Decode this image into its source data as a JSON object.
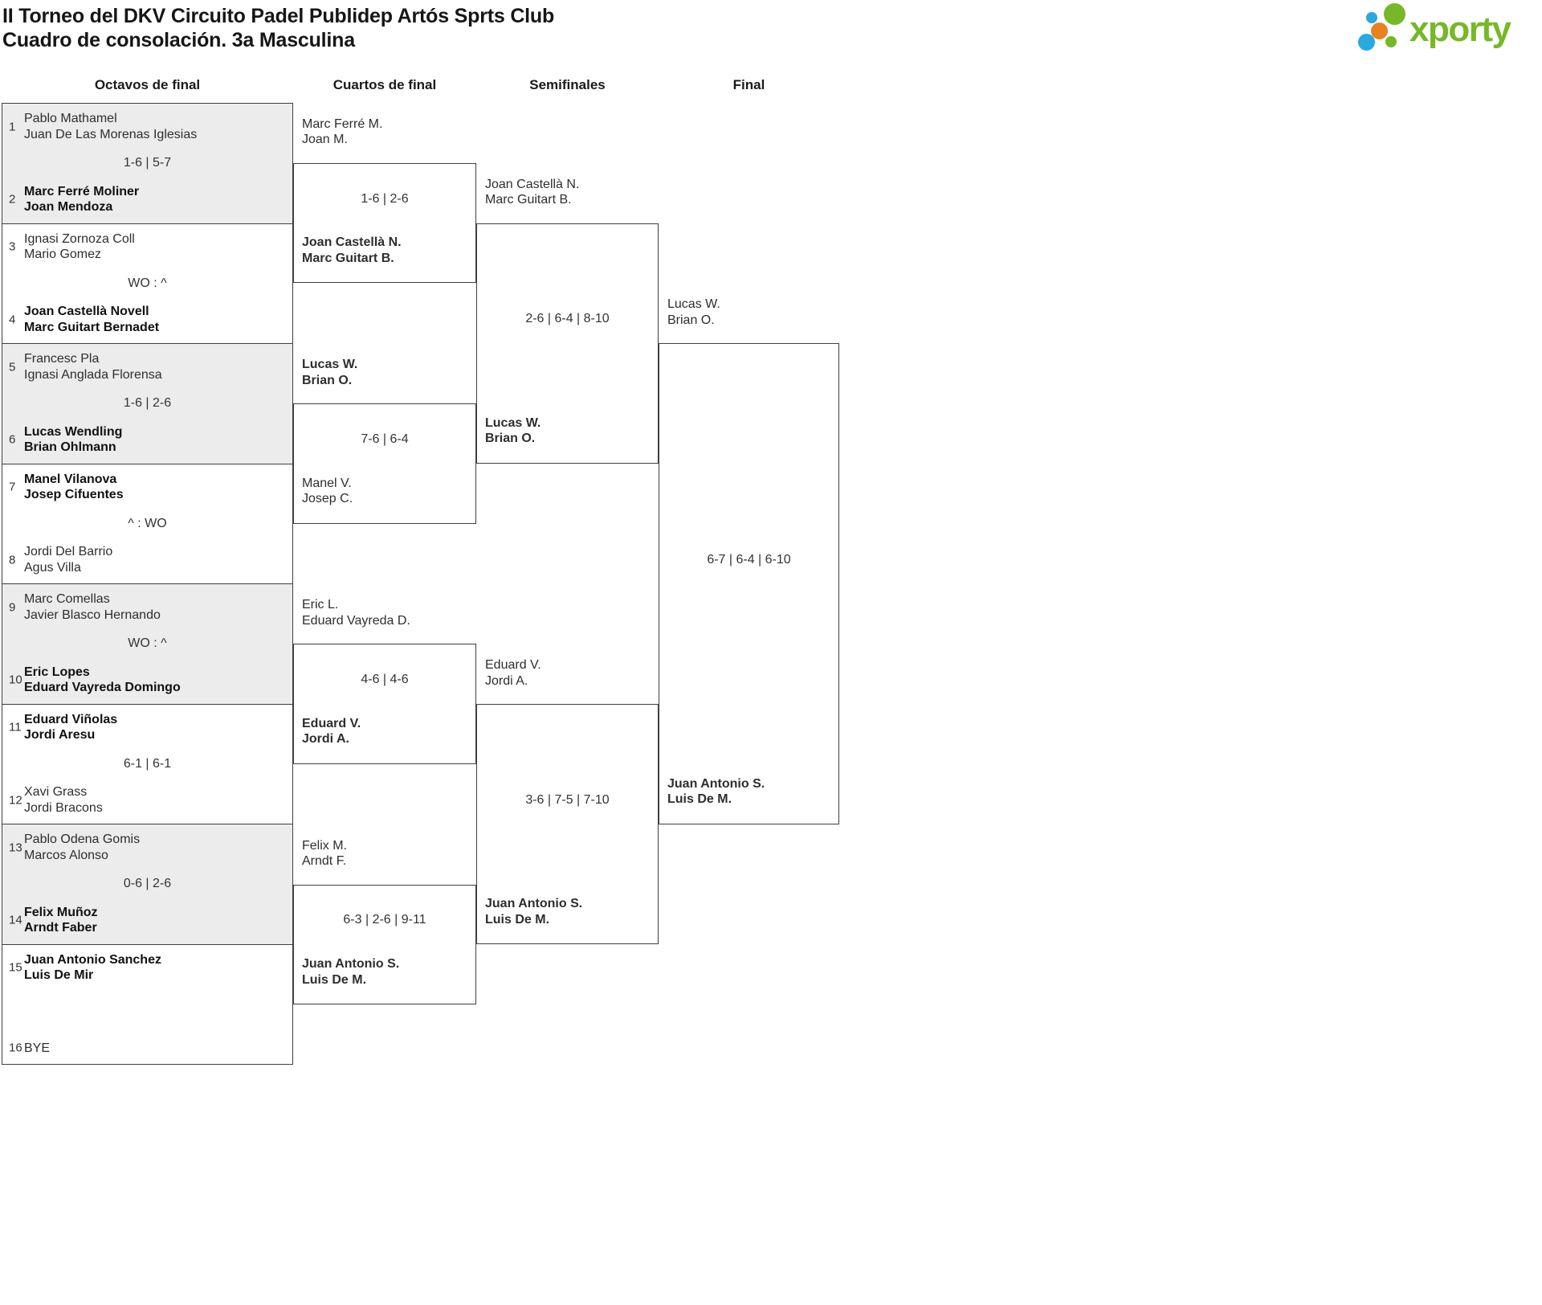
{
  "title": {
    "line1": "II Torneo del DKV Circuito Padel Publidep Artós Sprts Club",
    "line2": "Cuadro de consolación. 3a Masculina"
  },
  "logo": {
    "brand": "xporty",
    "green": "#76b828",
    "orange": "#e8821e",
    "blue": "#29a9e0"
  },
  "rounds": [
    {
      "label": "Octavos de final"
    },
    {
      "label": "Cuartos de final"
    },
    {
      "label": "Semifinales"
    },
    {
      "label": "Final"
    }
  ],
  "octavos": [
    {
      "seed_top": "1",
      "team_top": [
        "Pablo Mathamel",
        "Juan De Las Morenas Iglesias"
      ],
      "top_winner": false,
      "score": "1-6 | 5-7",
      "seed_bottom": "2",
      "team_bottom": [
        "Marc Ferré Moliner",
        "Joan Mendoza"
      ],
      "bottom_winner": true
    },
    {
      "seed_top": "3",
      "team_top": [
        "Ignasi Zornoza Coll",
        "Mario Gomez"
      ],
      "top_winner": false,
      "score": "WO : ^",
      "seed_bottom": "4",
      "team_bottom": [
        "Joan Castellà Novell",
        "Marc Guitart Bernadet"
      ],
      "bottom_winner": true
    },
    {
      "seed_top": "5",
      "team_top": [
        "Francesc Pla",
        "Ignasi Anglada Florensa"
      ],
      "top_winner": false,
      "score": "1-6 | 2-6",
      "seed_bottom": "6",
      "team_bottom": [
        "Lucas Wendling",
        "Brian Ohlmann"
      ],
      "bottom_winner": true
    },
    {
      "seed_top": "7",
      "team_top": [
        "Manel Vilanova",
        "Josep Cifuentes"
      ],
      "top_winner": true,
      "score": "^ : WO",
      "seed_bottom": "8",
      "team_bottom": [
        "Jordi Del Barrio",
        "Agus Villa"
      ],
      "bottom_winner": false
    },
    {
      "seed_top": "9",
      "team_top": [
        "Marc Comellas",
        "Javier Blasco Hernando"
      ],
      "top_winner": false,
      "score": "WO : ^",
      "seed_bottom": "10",
      "team_bottom": [
        "Eric Lopes",
        "Eduard Vayreda Domingo"
      ],
      "bottom_winner": true
    },
    {
      "seed_top": "11",
      "team_top": [
        "Eduard Viñolas",
        "Jordi Aresu"
      ],
      "top_winner": true,
      "score": "6-1 | 6-1",
      "seed_bottom": "12",
      "team_bottom": [
        "Xavi Grass",
        "Jordi Bracons"
      ],
      "bottom_winner": false
    },
    {
      "seed_top": "13",
      "team_top": [
        "Pablo Odena Gomis",
        "Marcos Alonso"
      ],
      "top_winner": false,
      "score": "0-6 | 2-6",
      "seed_bottom": "14",
      "team_bottom": [
        "Felix Muñoz",
        "Arndt Faber"
      ],
      "bottom_winner": true
    },
    {
      "seed_top": "15",
      "team_top": [
        "Juan Antonio Sanchez",
        "Luis De Mir"
      ],
      "top_winner": true,
      "score": "",
      "seed_bottom": "16",
      "team_bottom": [
        "BYE"
      ],
      "bottom_winner": false
    }
  ],
  "cuartos": [
    {
      "top": {
        "lines": [
          "Marc Ferré M.",
          "Joan M."
        ],
        "winner": false
      },
      "score": "1-6 | 2-6",
      "bottom": {
        "lines": [
          "Joan Castellà N.",
          "Marc Guitart B."
        ],
        "winner": true
      }
    },
    {
      "top": {
        "lines": [
          "Lucas W.",
          "Brian O."
        ],
        "winner": true
      },
      "score": "7-6 | 6-4",
      "bottom": {
        "lines": [
          "Manel V.",
          "Josep C."
        ],
        "winner": false
      }
    },
    {
      "top": {
        "lines": [
          "Eric L.",
          "Eduard Vayreda D."
        ],
        "winner": false
      },
      "score": "4-6 | 4-6",
      "bottom": {
        "lines": [
          "Eduard V.",
          "Jordi A."
        ],
        "winner": true
      }
    },
    {
      "top": {
        "lines": [
          "Felix M.",
          "Arndt F."
        ],
        "winner": false
      },
      "score": "6-3 | 2-6 | 9-11",
      "bottom": {
        "lines": [
          "Juan Antonio S.",
          "Luis De M."
        ],
        "winner": true
      }
    }
  ],
  "semifinales": [
    {
      "top": {
        "lines": [
          "Joan Castellà N.",
          "Marc Guitart B."
        ],
        "winner": false
      },
      "score": "2-6 | 6-4 | 8-10",
      "bottom": {
        "lines": [
          "Lucas W.",
          "Brian O."
        ],
        "winner": true
      }
    },
    {
      "top": {
        "lines": [
          "Eduard V.",
          "Jordi A."
        ],
        "winner": false
      },
      "score": "3-6 | 7-5 | 7-10",
      "bottom": {
        "lines": [
          "Juan Antonio S.",
          "Luis De M."
        ],
        "winner": true
      }
    }
  ],
  "final": [
    {
      "top": {
        "lines": [
          "Lucas W.",
          "Brian O."
        ],
        "winner": false
      },
      "score": "6-7 | 6-4 | 6-10",
      "bottom": {
        "lines": [
          "Juan Antonio S.",
          "Luis De M."
        ],
        "winner": true
      }
    }
  ]
}
